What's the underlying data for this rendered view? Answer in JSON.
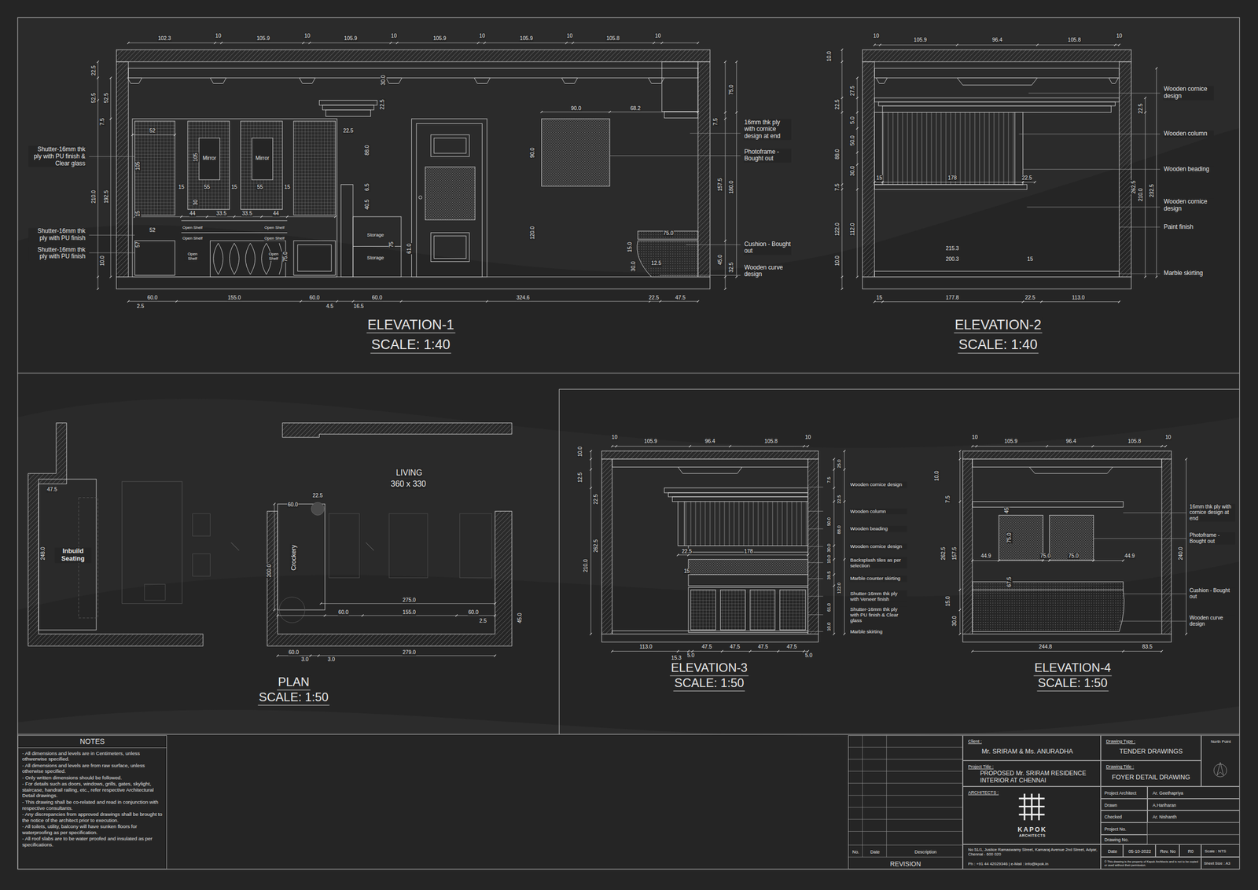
{
  "diagram": {
    "nodes": [
      {
        "text": [
          "NOTES",
          "- All dimensions and levels are in Centimeters, unless othwerwise specified.",
          "- All dimensions and levels are from raw surface, unless otherwise specified.",
          "- Only written dimensions should be followed.",
          "- For details such as doors, windows, grills, gates, skylight, staircase, handrail railing, etc., refer respective Architectural Detail drawings.",
          "- This drawing shall be co-related and read in conjunction with respective consultants.",
          "- Any discrepancies from approved drawings shall be brought to the notice of the architect prior to execution.",
          "- All toilets, utility, balcony will have sunken floors for waterproofing as per specification.",
          "- All roof slabs are to be water proofed and insulated as per specifications."
        ]
      },
      {
        "text": [
          "No.",
          "Date",
          "Description",
          "REVISION"
        ]
      },
      {
        "text": [
          "Client :",
          "Mr. SRIRAM & Ms. ANURADHA"
        ]
      },
      {
        "text": [
          "Project Title :",
          "PROPOSED Mr. SRIRAM RESIDENCE INTERIOR AT CHENNAI"
        ]
      },
      {
        "text": [
          "ARCHITECTS :",
          "KAPOK",
          "ARCHITECTS"
        ]
      },
      {
        "text": [
          "No 51/1, Justice Ramaswamy Street, Kamaraj Avenue 2nd Street, Adyar, Chennai - 600 020",
          "Ph : +91 44 42029346 | e-Mail : info@kpok.in"
        ]
      },
      {
        "text": [
          "Drawing Type :",
          "TENDER DRAWINGS"
        ]
      },
      {
        "text": [
          "Drawing Title :",
          "FOYER DETAIL DRAWING"
        ]
      },
      {
        "text": [
          "North Point"
        ]
      },
      {
        "text": [
          "Project Architect"
        ]
      },
      {
        "text": [
          "Ar. Geethapriya"
        ]
      },
      {
        "text": [
          "Drawn"
        ]
      },
      {
        "text": [
          "A.Hariharan"
        ]
      },
      {
        "text": [
          "Checked"
        ]
      },
      {
        "text": [
          "Ar. Nishanth"
        ]
      },
      {
        "text": [
          "Project No."
        ]
      },
      {
        "text": [
          "Drawing No."
        ]
      },
      {
        "text": [
          "Date"
        ]
      },
      {
        "text": [
          "05-10-2022"
        ]
      },
      {
        "text": [
          "Rev. No"
        ]
      },
      {
        "text": [
          "R0"
        ]
      },
      {
        "text": [
          "Scale : NTS"
        ]
      },
      {
        "text": [
          "© This drawing is the property of Kapok Architects and is not to be copied or used without their permission."
        ]
      },
      {
        "text": [
          "Sheet Size : A3"
        ]
      }
    ],
    "labels": [
      "102.3",
      "10",
      "105.9",
      "10",
      "105.9",
      "10",
      "105.9",
      "10",
      "105.9",
      "10",
      "105.8",
      "10",
      "22.5",
      "52.5",
      "52.5",
      "7.5",
      "210.0",
      "192.5",
      "10.0",
      "52",
      "105",
      "105",
      "Mirror",
      "Mirror",
      "22.5",
      "88.0",
      "22.5",
      "30.0",
      "15",
      "55",
      "15",
      "55",
      "15",
      "44",
      "33.5",
      "33.5",
      "44",
      "30",
      "15",
      "52",
      "57",
      "Open Shelf",
      "Open Shelf",
      "Open Shelf",
      "Open Shelf",
      "Open Shelf",
      "Open Shelf",
      "75.0",
      "Storage",
      "Storage",
      "6.5",
      "40.5",
      "75",
      "61.0",
      "90.0",
      "68.2",
      "90.0",
      "120.0",
      "75.0",
      "15.0",
      "30.0",
      "12.5",
      "75.0",
      "7.5",
      "157.5",
      "180.0",
      "45.0",
      "32.5",
      "60.0",
      "2.5",
      "155.0",
      "60.0",
      "4.5",
      "16.5",
      "60.0",
      "324.6",
      "22.5",
      "47.5",
      "Shutter-16mm thk ply with PU finish & Clear glass",
      "Shutter-16mm thk ply with PU finish",
      "Shutter-16mm thk ply with PU finish",
      "16mm thk ply with cornice design at end",
      "Photoframe - Bought out",
      "Cushion - Bought out",
      "Wooden curve design",
      "ELEVATION-1",
      "SCALE: 1:40",
      "10",
      "105.9",
      "96.4",
      "105.8",
      "10",
      "10.0",
      "22.5",
      "27.5",
      "5.0",
      "88.0",
      "50.0",
      "30.0",
      "7.5",
      "122.0",
      "112.0",
      "10.0",
      "15",
      "178",
      "22.5",
      "215.3",
      "200.3",
      "15",
      "22.5",
      "262.5",
      "210.0",
      "232.5",
      "Wooden cornice design",
      "Wooden column",
      "Wooden beading",
      "Wooden cornice design",
      "Paint finish",
      "Marble skirting",
      "15",
      "177.8",
      "22.5",
      "113.0",
      "ELEVATION-2",
      "SCALE: 1:40",
      "47.5",
      "Inbuild Seating",
      "248.0",
      "LIVING",
      "360 x 330",
      "22.5",
      "60.0",
      "Crockery",
      "200.0",
      "275.0",
      "60.0",
      "155.0",
      "60.0",
      "2.5",
      "45.0",
      "60.0",
      "3.0",
      "3.0",
      "279.0",
      "PLAN",
      "SCALE: 1:50",
      "10",
      "105.9",
      "96.4",
      "105.8",
      "10",
      "10.0",
      "12.5",
      "22.5",
      "262.5",
      "210.0",
      "22.5",
      "178",
      "15",
      "25.0",
      "7.5",
      "22.5",
      "50.0",
      "88.0",
      "30.0",
      "10.0",
      "39.5",
      "122.0",
      "61.0",
      "10.0",
      "Wooden cornice design",
      "Wooden column",
      "Wooden beading",
      "Wooden cornice design",
      "Backsplash tiles as per selection",
      "Marble counter skirting",
      "Shutter-16mm thk ply with Veneer finish",
      "Shutter-16mm thk ply with PU finish & Clear glass",
      "Marble skirting",
      "113.0",
      "15.3",
      "5.0",
      "47.5",
      "47.5",
      "47.5",
      "47.5",
      "5.0",
      "ELEVATION-3",
      "SCALE: 1:50",
      "10",
      "105.9",
      "96.4",
      "105.8",
      "10",
      "10.0",
      "7.5",
      "262.5",
      "157.5",
      "15.0",
      "30.0",
      "240.0",
      "44.9",
      "75.0",
      "75.0",
      "44.9",
      "45",
      "75.0",
      "67.5",
      "16mm thk ply with cornice design at end",
      "Photoframe - Bought out",
      "Cushion - Bought out",
      "Wooden curve design",
      "244.8",
      "83.5",
      "ELEVATION-4",
      "SCALE: 1:50"
    ]
  }
}
